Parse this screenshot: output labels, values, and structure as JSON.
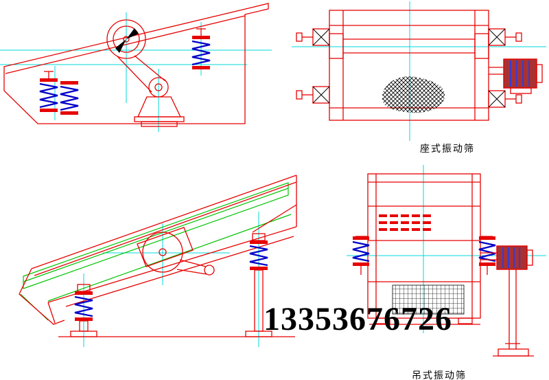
{
  "labels": {
    "seat_type": "座式振动筛",
    "hanging_type": "吊式振动筛"
  },
  "watermark": {
    "phone": "13353676726"
  },
  "colors": {
    "line_red": "#e60000",
    "centerline_cyan": "#00d8d8",
    "deck_green": "#00c400",
    "spring_blue": "#0000c8",
    "hatch_black": "#000000",
    "background": "#ffffff"
  },
  "views": [
    {
      "id": "inclined-screen-side-upper",
      "caption": ""
    },
    {
      "id": "seat-screen-front",
      "caption": "座式振动筛"
    },
    {
      "id": "inclined-screen-side-lower",
      "caption": ""
    },
    {
      "id": "hanging-screen-front",
      "caption": "吊式振动筛"
    }
  ]
}
